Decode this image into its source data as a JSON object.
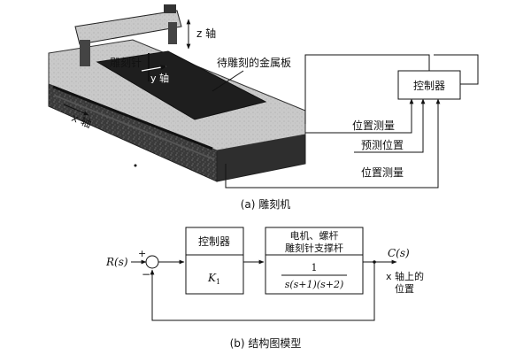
{
  "machine": {
    "z_axis": "z 轴",
    "y_axis": "y 轴",
    "x_axis": "x 轴",
    "needle": "雕刻针",
    "plate": "待雕刻的金属板",
    "controller": "控制器",
    "signal_1": "位置测量",
    "signal_2": "预测位置",
    "signal_3": "位置测量",
    "caption": "(a) 雕刻机"
  },
  "block": {
    "input": "R(s)",
    "plus": "+",
    "minus": "−",
    "controller_title": "控制器",
    "gain": "K",
    "gain_sub": "1",
    "plant_title_1": "电机、螺杆",
    "plant_title_2": "雕刻针支撑杆",
    "tf_num": "1",
    "tf_den": "s(s+1)(s+2)",
    "output": "C(s)",
    "output_label_1": "x 轴上的",
    "output_label_2": "位置",
    "caption": "(b) 结构图模型"
  }
}
